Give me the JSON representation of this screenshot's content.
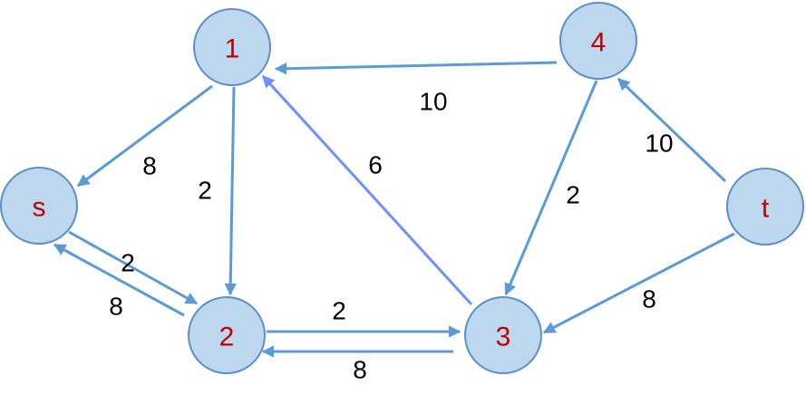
{
  "colors": {
    "node_fill": "#bdd7ee",
    "node_stroke": "#5b8fc7",
    "node_label": "#c00000",
    "edge": "#5b9bd5",
    "edge_highlight": "#6f8fff",
    "weight_text": "#000000"
  },
  "nodes": [
    {
      "id": "1",
      "label": "1"
    },
    {
      "id": "4",
      "label": "4"
    },
    {
      "id": "s",
      "label": "s"
    },
    {
      "id": "t",
      "label": "t"
    },
    {
      "id": "2",
      "label": "2"
    },
    {
      "id": "3",
      "label": "3"
    }
  ],
  "edges": [
    {
      "id": "4-1",
      "from": "4",
      "to": "1",
      "weight": "10"
    },
    {
      "id": "1-s",
      "from": "1",
      "to": "s",
      "weight": "8"
    },
    {
      "id": "1-2",
      "from": "1",
      "to": "2",
      "weight": "2"
    },
    {
      "id": "3-1",
      "from": "3",
      "to": "1",
      "weight": "6",
      "highlight": true
    },
    {
      "id": "4-3",
      "from": "4",
      "to": "3",
      "weight": "2"
    },
    {
      "id": "t-4",
      "from": "t",
      "to": "4",
      "weight": "10"
    },
    {
      "id": "t-3",
      "from": "t",
      "to": "3",
      "weight": "8"
    },
    {
      "id": "s-2",
      "from": "s",
      "to": "2",
      "weight": "2"
    },
    {
      "id": "2-s",
      "from": "2",
      "to": "s",
      "weight": "8"
    },
    {
      "id": "2-3",
      "from": "2",
      "to": "3",
      "weight": "2"
    },
    {
      "id": "3-2",
      "from": "3",
      "to": "2",
      "weight": "8"
    }
  ]
}
